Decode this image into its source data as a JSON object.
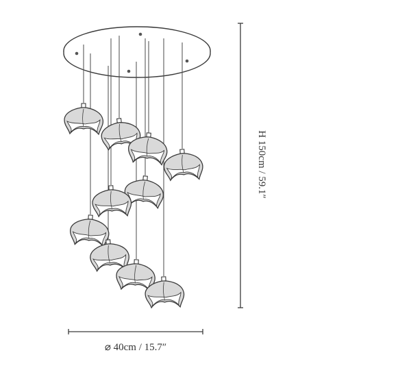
{
  "colors": {
    "line": "#3a3a3a",
    "shade_outer": "#d9d9d9",
    "shade_inner": "#ffffff",
    "background": "#ffffff"
  },
  "dimensions": {
    "height_label": "H 150cm / 59.1″",
    "diameter_label": "⌀ 40cm / 15.7″"
  },
  "shades": [
    {
      "name": "shade-1"
    },
    {
      "name": "shade-2"
    },
    {
      "name": "shade-3"
    },
    {
      "name": "shade-4"
    },
    {
      "name": "shade-5"
    },
    {
      "name": "shade-6"
    },
    {
      "name": "shade-7"
    },
    {
      "name": "shade-8"
    },
    {
      "name": "shade-9"
    },
    {
      "name": "shade-10"
    }
  ]
}
